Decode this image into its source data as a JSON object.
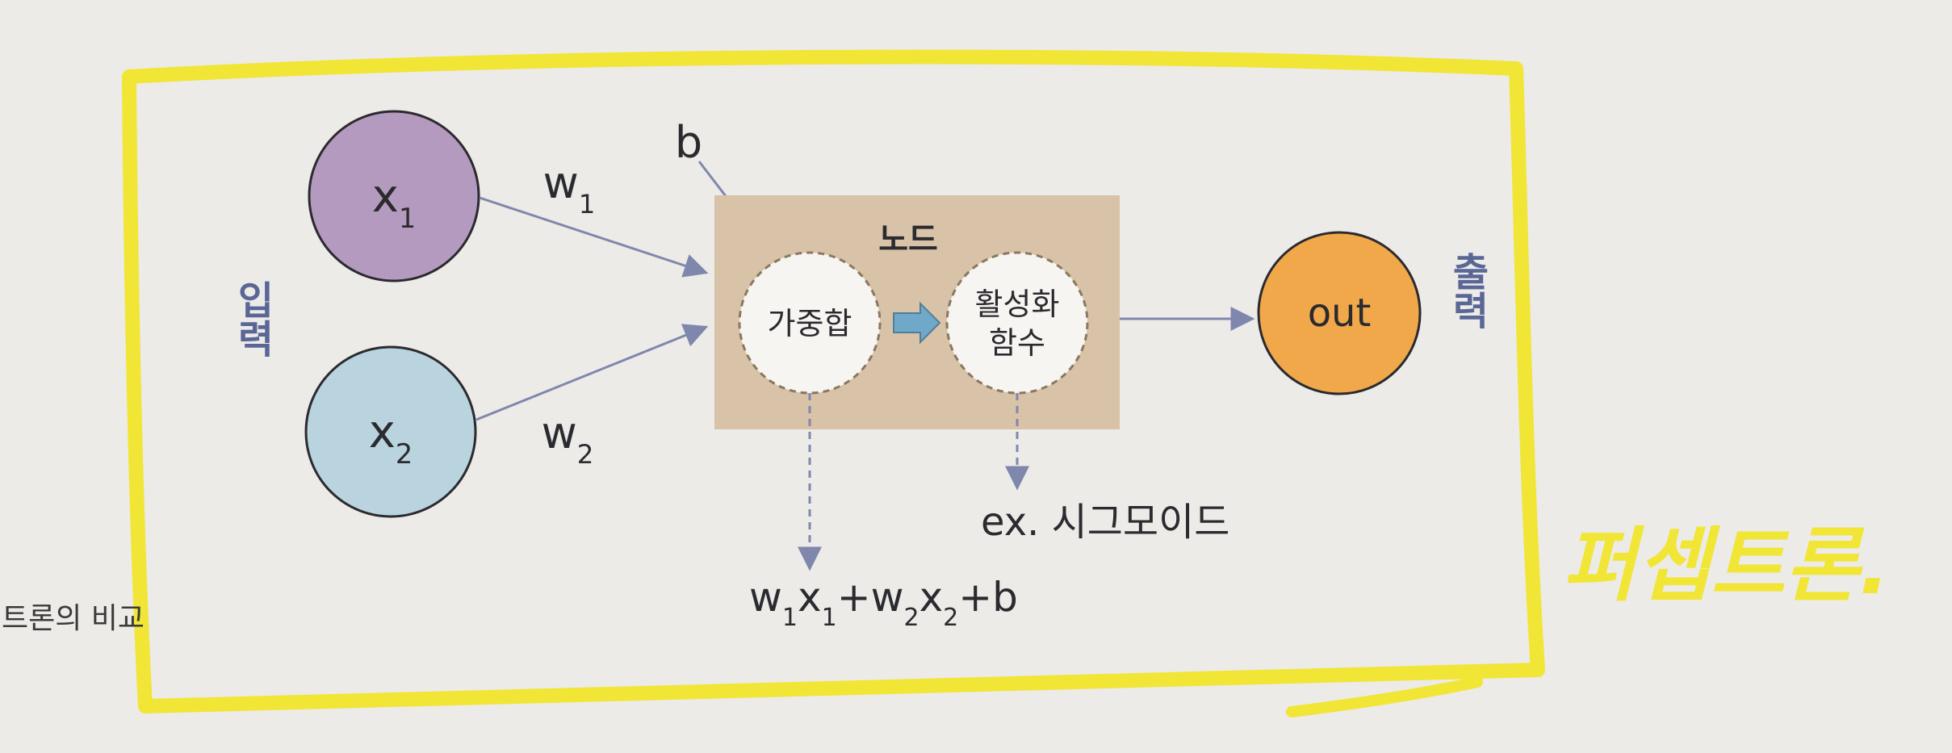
{
  "diagram": {
    "input_label": "입력",
    "output_label": "출력",
    "node_label": "노드",
    "bias_label": "b",
    "inputs": [
      {
        "var": "x",
        "sub": "1"
      },
      {
        "var": "x",
        "sub": "2"
      }
    ],
    "weights": [
      {
        "var": "w",
        "sub": "1"
      },
      {
        "var": "w",
        "sub": "2"
      }
    ],
    "weighted_sum_label": "가중합",
    "activation_label_line1": "활성화",
    "activation_label_line2": "함수",
    "output_node_label": "out",
    "activation_example": "ex. 시그모이드",
    "formula": {
      "terms": [
        {
          "text": "w",
          "sub": "1"
        },
        {
          "text": "x",
          "sub": "1"
        },
        {
          "text": "+w",
          "sub": "2"
        },
        {
          "text": "x",
          "sub": "2"
        },
        {
          "text": "+b",
          "sub": ""
        }
      ]
    },
    "caption_partial": "트론의 비교",
    "handwritten_note": "퍼셉트론."
  },
  "colors": {
    "page_background": "#ecebe8",
    "highlight_yellow": "#f1e536",
    "input1_fill": "#b59ac0",
    "input2_fill": "#b9d4de",
    "node_box_fill": "#d8c2a8",
    "output_fill": "#f0a84a",
    "arrow_color": "#7f87ad",
    "label_blue": "#5a6796",
    "activation_arrow": "#6fa8c8",
    "text_dark": "#2b2a2f"
  }
}
